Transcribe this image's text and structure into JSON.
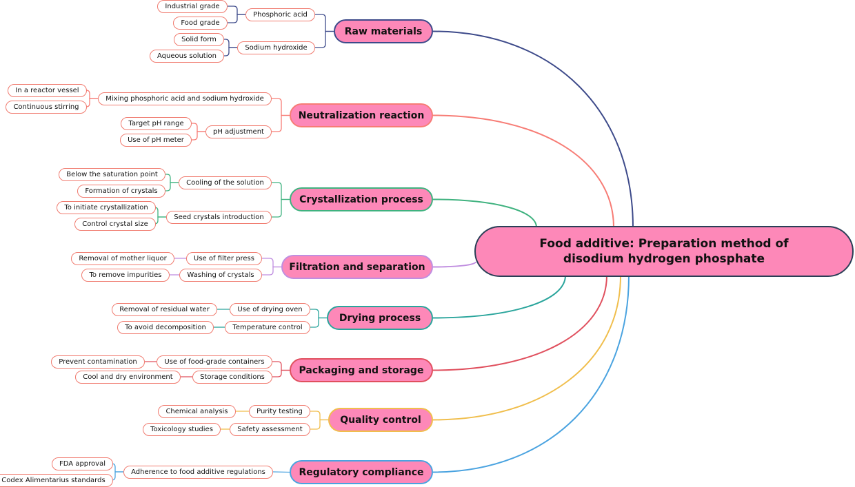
{
  "root": {
    "label": "Food additive: Preparation method of disodium hydrogen phosphate"
  },
  "branches": [
    {
      "label": "Raw materials",
      "color": "#3d4a8a",
      "children": [
        {
          "label": "Phosphoric acid",
          "children": [
            {
              "label": "Industrial grade"
            },
            {
              "label": "Food grade"
            }
          ]
        },
        {
          "label": "Sodium hydroxide",
          "children": [
            {
              "label": "Solid form"
            },
            {
              "label": "Aqueous solution"
            }
          ]
        }
      ]
    },
    {
      "label": "Neutralization reaction",
      "color": "#f77c75",
      "children": [
        {
          "label": "Mixing phosphoric acid and sodium hydroxide",
          "children": [
            {
              "label": "In a reactor vessel"
            },
            {
              "label": "Continuous stirring"
            }
          ]
        },
        {
          "label": "pH adjustment",
          "children": [
            {
              "label": "Target pH range"
            },
            {
              "label": "Use of pH meter"
            }
          ]
        }
      ]
    },
    {
      "label": "Crystallization process",
      "color": "#3fb27f",
      "children": [
        {
          "label": "Cooling of the solution",
          "children": [
            {
              "label": "Below the saturation point"
            },
            {
              "label": "Formation of crystals"
            }
          ]
        },
        {
          "label": "Seed crystals introduction",
          "children": [
            {
              "label": "To initiate crystallization"
            },
            {
              "label": "Control crystal size"
            }
          ]
        }
      ]
    },
    {
      "label": "Filtration and separation",
      "color": "#c08ee0",
      "children": [
        {
          "label": "Use of filter press",
          "children": [
            {
              "label": "Removal of mother liquor"
            }
          ]
        },
        {
          "label": "Washing of crystals",
          "children": [
            {
              "label": "To remove impurities"
            }
          ]
        }
      ]
    },
    {
      "label": "Drying process",
      "color": "#2aa59c",
      "children": [
        {
          "label": "Use of drying oven",
          "children": [
            {
              "label": "Removal of residual water"
            }
          ]
        },
        {
          "label": "Temperature control",
          "children": [
            {
              "label": "To avoid decomposition"
            }
          ]
        }
      ]
    },
    {
      "label": "Packaging and storage",
      "color": "#e0505e",
      "children": [
        {
          "label": "Use of food-grade containers",
          "children": [
            {
              "label": "Prevent contamination"
            }
          ]
        },
        {
          "label": "Storage conditions",
          "children": [
            {
              "label": "Cool and dry environment"
            }
          ]
        }
      ]
    },
    {
      "label": "Quality control",
      "color": "#f0be4c",
      "children": [
        {
          "label": "Purity testing",
          "children": [
            {
              "label": "Chemical analysis"
            }
          ]
        },
        {
          "label": "Safety assessment",
          "children": [
            {
              "label": "Toxicology studies"
            }
          ]
        }
      ]
    },
    {
      "label": "Regulatory compliance",
      "color": "#4aa3e0",
      "children": [
        {
          "label": "Adherence to food additive regulations",
          "children": [
            {
              "label": "FDA approval"
            },
            {
              "label": "Codex Alimentarius standards"
            }
          ]
        }
      ]
    }
  ]
}
